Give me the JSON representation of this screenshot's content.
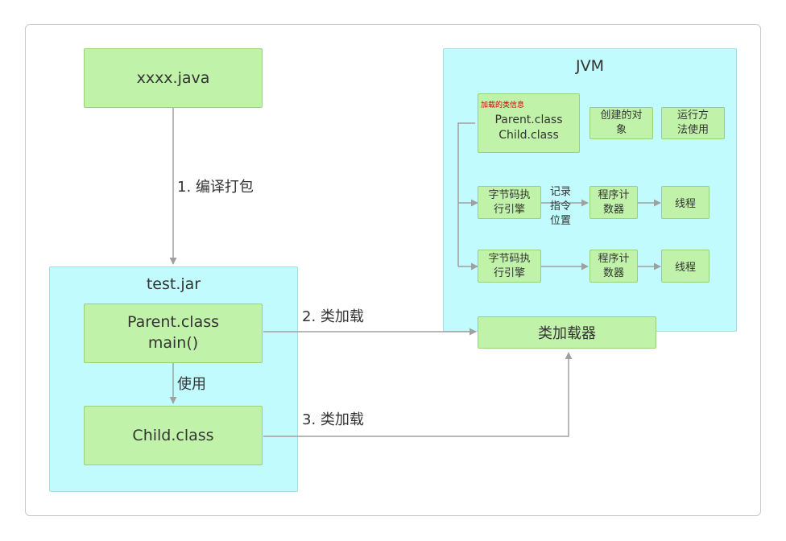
{
  "boxes": {
    "source_file": "xxxx.java",
    "parent_class": "Parent.class",
    "parent_main": "main()",
    "child_class": "Child.class",
    "class_loader": "类加载器",
    "loaded_parent": "Parent.class",
    "loaded_child": "Child.class",
    "created_objects_line1": "创建的对",
    "created_objects_line2": "象",
    "runtime_methods_line1": "运行方",
    "runtime_methods_line2": "法使用",
    "engine1_line1": "字节码执",
    "engine1_line2": "行引擎",
    "pc1_line1": "程序计",
    "pc1_line2": "数器",
    "thread1": "线程",
    "engine2_line1": "字节码执",
    "engine2_line2": "行引擎",
    "pc2_line1": "程序计",
    "pc2_line2": "数器",
    "thread2": "线程"
  },
  "containers": {
    "jar_title": "test.jar",
    "jvm_title": "JVM"
  },
  "labels": {
    "compile": "1. 编译打包",
    "use": "使用",
    "load2": "2. 类加载",
    "load3": "3. 类加载",
    "loaded_info": "加载的类信息",
    "record_line1": "记录",
    "record_line2": "指令",
    "record_line3": "位置"
  },
  "colors": {
    "box_fill": "#c0f3a9",
    "container_fill": "#c2fbfd",
    "arrow": "#a0a0a0",
    "note": "#cc0000"
  }
}
